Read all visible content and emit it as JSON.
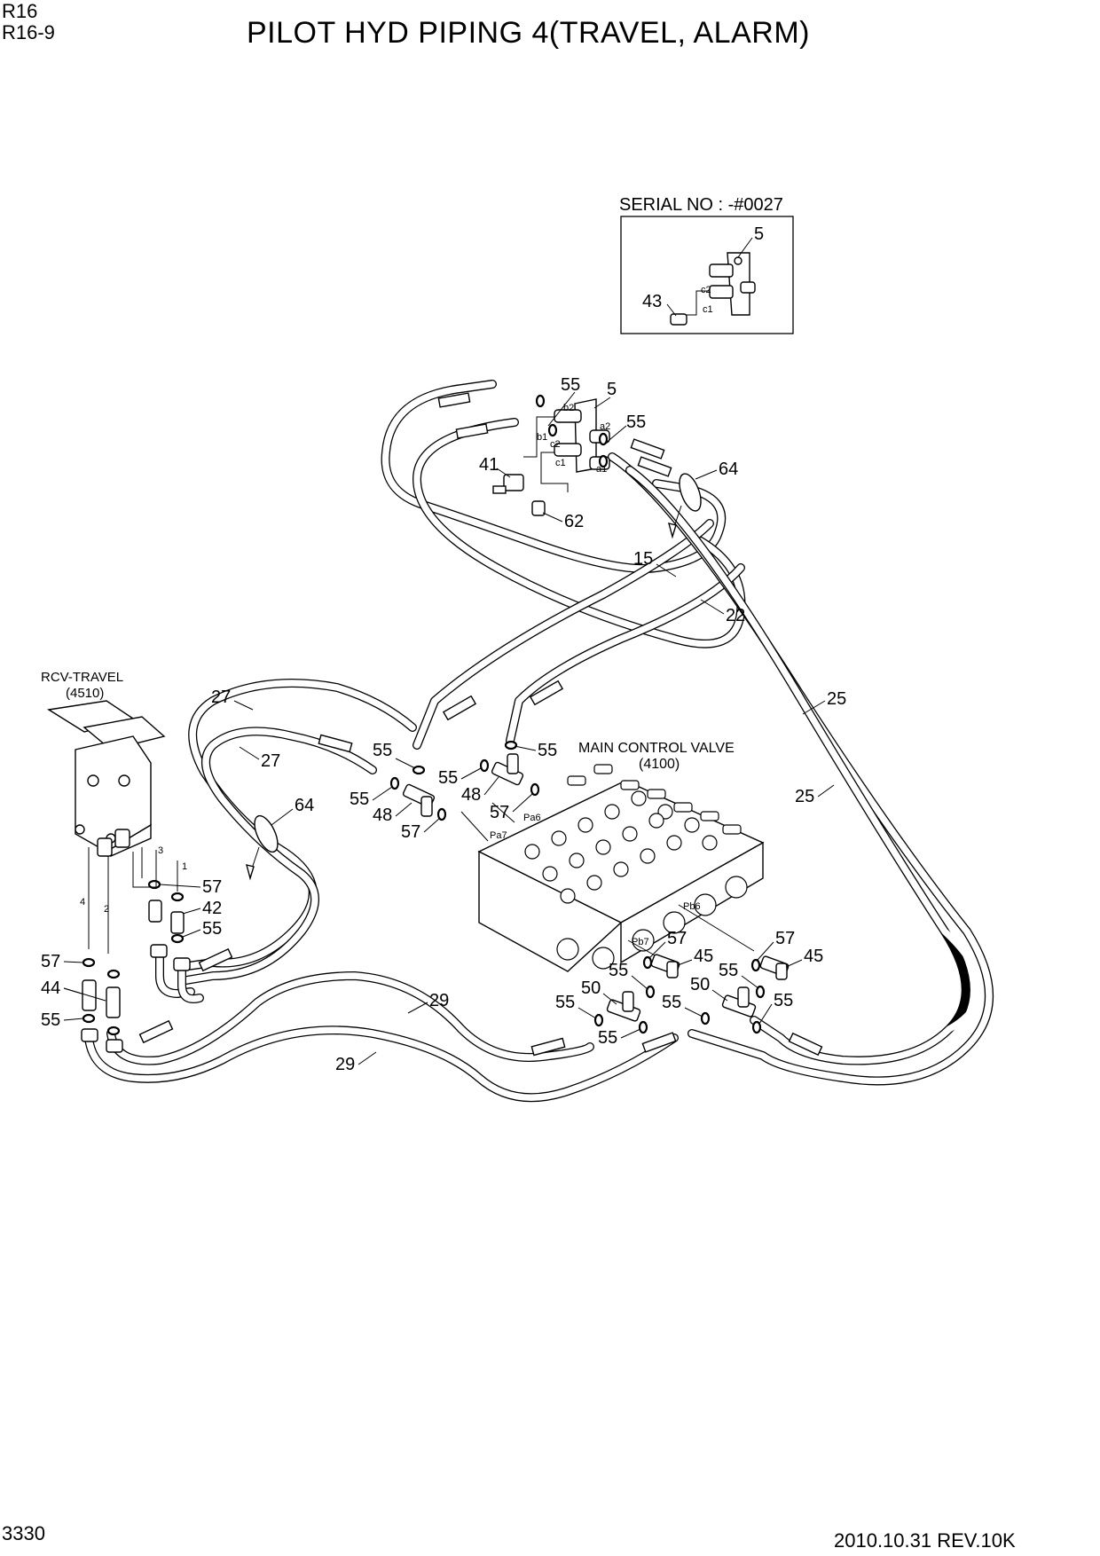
{
  "header": {
    "model": "R16",
    "section": "R16-9",
    "title": "PILOT HYD PIPING 4(TRAVEL, ALARM)"
  },
  "inset": {
    "caption": "SERIAL NO : -#0027",
    "callouts": [
      "5",
      "43"
    ],
    "port_labels": [
      "c2",
      "c1"
    ]
  },
  "assemblies": {
    "rcv_travel_name": "RCV-TRAVEL",
    "rcv_travel_code": "(4510)",
    "mcv_name": "MAIN CONTROL VALVE",
    "mcv_code": "(4100)"
  },
  "ports": {
    "b2": "b2",
    "b1": "b1",
    "a2": "a2",
    "a1": "a1",
    "c2": "c2",
    "c1": "c1",
    "pa6": "Pa6",
    "pa7": "Pa7",
    "pb6": "Pb6",
    "pb7": "Pb7",
    "n1": "1",
    "n2": "2",
    "n3": "3",
    "n4": "4"
  },
  "callouts": [
    {
      "id": "c55a",
      "label": "55"
    },
    {
      "id": "c5",
      "label": "5"
    },
    {
      "id": "c55b",
      "label": "55"
    },
    {
      "id": "c41",
      "label": "41"
    },
    {
      "id": "c64a",
      "label": "64"
    },
    {
      "id": "c62",
      "label": "62"
    },
    {
      "id": "c15",
      "label": "15"
    },
    {
      "id": "c22",
      "label": "22"
    },
    {
      "id": "c27a",
      "label": "27"
    },
    {
      "id": "c27b",
      "label": "27"
    },
    {
      "id": "c25a",
      "label": "25"
    },
    {
      "id": "c25b",
      "label": "25"
    },
    {
      "id": "c55c",
      "label": "55"
    },
    {
      "id": "c55d",
      "label": "55"
    },
    {
      "id": "c55e",
      "label": "55"
    },
    {
      "id": "c55f",
      "label": "55"
    },
    {
      "id": "c48a",
      "label": "48"
    },
    {
      "id": "c48b",
      "label": "48"
    },
    {
      "id": "c57a",
      "label": "57"
    },
    {
      "id": "c57b",
      "label": "57"
    },
    {
      "id": "c64b",
      "label": "64"
    },
    {
      "id": "c57c",
      "label": "57"
    },
    {
      "id": "c42",
      "label": "42"
    },
    {
      "id": "c55g",
      "label": "55"
    },
    {
      "id": "c57d",
      "label": "57"
    },
    {
      "id": "c44",
      "label": "44"
    },
    {
      "id": "c55h",
      "label": "55"
    },
    {
      "id": "c57e",
      "label": "57"
    },
    {
      "id": "c45a",
      "label": "45"
    },
    {
      "id": "c57f",
      "label": "57"
    },
    {
      "id": "c45b",
      "label": "45"
    },
    {
      "id": "c55i",
      "label": "55"
    },
    {
      "id": "c55j",
      "label": "55"
    },
    {
      "id": "c50a",
      "label": "50"
    },
    {
      "id": "c55k",
      "label": "55"
    },
    {
      "id": "c50b",
      "label": "50"
    },
    {
      "id": "c55l",
      "label": "55"
    },
    {
      "id": "c55m",
      "label": "55"
    },
    {
      "id": "c55n",
      "label": "55"
    },
    {
      "id": "c29a",
      "label": "29"
    },
    {
      "id": "c29b",
      "label": "29"
    }
  ],
  "footer": {
    "page": "3330",
    "revision": "2010.10.31  REV.10K"
  }
}
